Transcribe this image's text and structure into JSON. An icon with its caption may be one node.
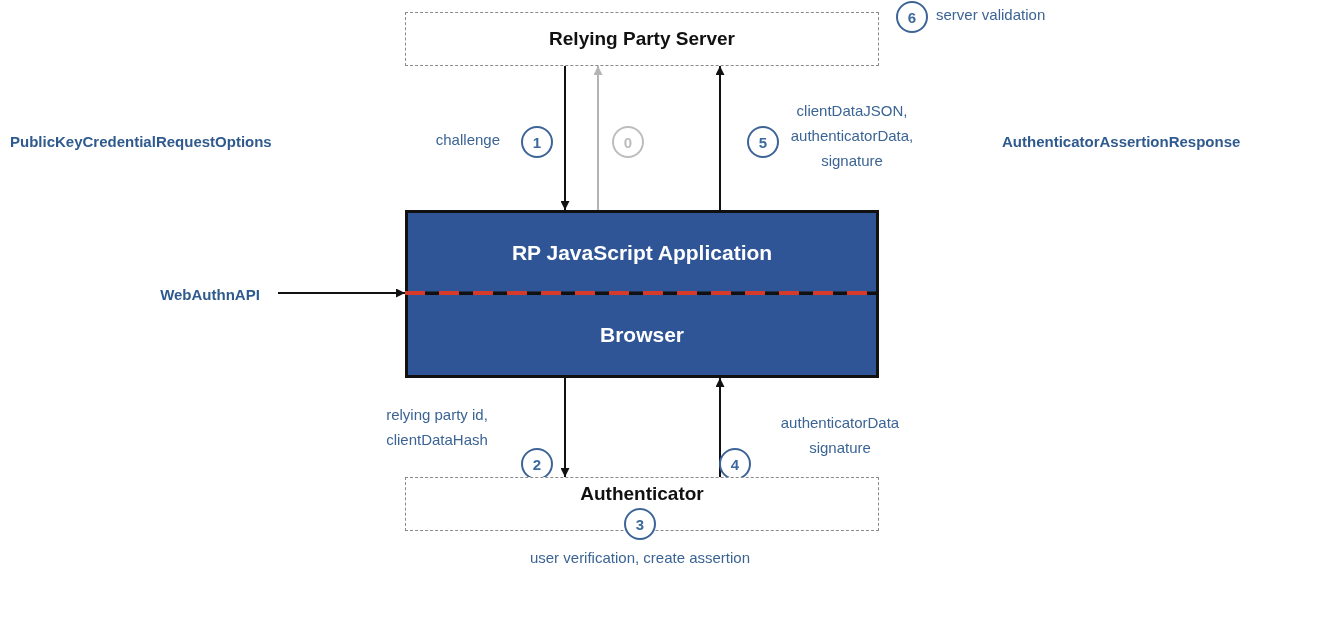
{
  "diagram": {
    "nodes": [
      {
        "text": [
          "Relying Party Server"
        ]
      },
      {
        "text": [
          "6"
        ],
        "beside": [
          "server validation"
        ]
      },
      {
        "text": [
          "1"
        ],
        "beside": [
          "challenge"
        ]
      },
      {
        "text": [
          "0"
        ]
      },
      {
        "text": [
          "5"
        ],
        "beside": [
          "clientDataJSON, authenticatorData, signature"
        ]
      },
      {
        "text": [
          "RP JavaScript Application"
        ]
      },
      {
        "text": [
          "WebAuthnAPI"
        ]
      },
      {
        "text": [
          "Browser"
        ]
      },
      {
        "text": [
          "2"
        ],
        "beside": [
          "relying party id, clientDataHash"
        ]
      },
      {
        "text": [
          "4"
        ],
        "beside": [
          "authenticatorData signature"
        ]
      },
      {
        "text": [
          "Authenticator"
        ]
      },
      {
        "text": [
          "3"
        ],
        "beside": [
          "user verification, create assertion"
        ]
      }
    ],
    "edges": [
      {
        "from": 0,
        "to": 5,
        "arrow": "to"
      },
      {
        "from": 5,
        "to": 0,
        "arrow": "to",
        "color": "#b4b4b4"
      },
      {
        "from": 5,
        "to": 0,
        "arrow": "to"
      },
      {
        "from": 6,
        "to": 5,
        "arrow": "to"
      },
      {
        "from": 7,
        "to": 10,
        "arrow": "to"
      },
      {
        "from": 10,
        "to": 7,
        "arrow": "to"
      }
    ],
    "labels": [
      "PublicKeyCredentialRequestOptions",
      "AuthenticatorAssertionResponse"
    ]
  }
}
